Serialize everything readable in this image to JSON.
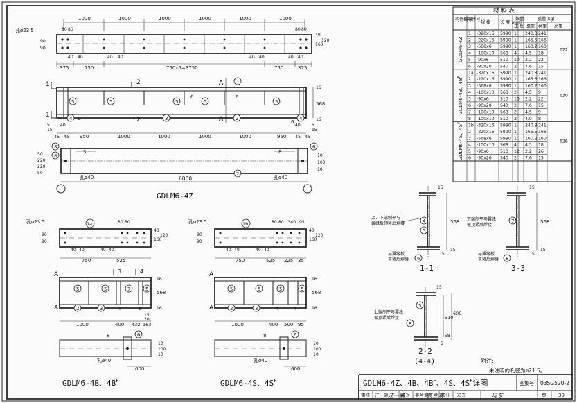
{
  "title_block": {
    "title": "GDLM6-4Z、4B、4B",
    "title_sup": "F",
    "title_mid": "、4S、4S",
    "title_sup2": "F",
    "title_end": "详图",
    "atlas_label": "图集号",
    "atlas_no": "03SG520-2",
    "row": [
      "审核",
      "汪一骏",
      "校对",
      "姜兰潮",
      "设计",
      "冯东",
      "页",
      "30"
    ],
    "signatures": [
      "汪一骏",
      "姜兰潮",
      "冯东"
    ]
  },
  "notes": {
    "label": "附注:",
    "text": "未注明的孔径为ø21.5。"
  },
  "main_plan": {
    "hole_label": "孔ø23.5",
    "top_dims": [
      "1000",
      "1000",
      "1000",
      "1000",
      "1000",
      "1000"
    ],
    "pitch": [
      "80",
      "80"
    ],
    "pitch_r": [
      "80",
      "80"
    ],
    "left_v": [
      "90",
      "90"
    ],
    "right_v": [
      "40",
      "160",
      "120"
    ],
    "small": [
      "40",
      "40",
      "40",
      "40",
      "40",
      "40",
      "40",
      "40"
    ],
    "bottom_dims": [
      "375",
      "750",
      "750x5=3750",
      "750",
      "375"
    ]
  },
  "main_elev": {
    "sec1": "1",
    "sec2": "2",
    "secA": "A",
    "marks": [
      "1",
      "5",
      "5",
      "5",
      "6",
      "3",
      "4",
      "6",
      "2",
      "6",
      "5",
      "4",
      "5",
      "6"
    ],
    "dims_bottom": [
      "45",
      "45",
      "950",
      "1000",
      "1000",
      "1000",
      "1000",
      "950",
      "45",
      "45"
    ],
    "dims_right": [
      "16",
      "568",
      "16"
    ],
    "left_v": [
      "5",
      "15"
    ],
    "right_v": [
      "5",
      "15"
    ],
    "small_l": [
      "40"
    ],
    "small_r": [
      "40"
    ]
  },
  "main_side": {
    "left_v": [
      "50",
      "220",
      "220",
      "50"
    ],
    "right_v": [
      "10",
      "100",
      "10"
    ],
    "hole_label": "孔ø40",
    "weld_l": "3",
    "weld_r": "8",
    "span": "6000",
    "marks": [
      "8",
      "6",
      "2",
      "8"
    ],
    "name": "GDLM6-4Z"
  },
  "left_part": {
    "hole_label": "孔ø23.5",
    "pitch": [
      "80",
      "80"
    ],
    "left_v": [
      "90",
      "90"
    ],
    "right_v": [
      "40",
      "160",
      "120"
    ],
    "small": [
      "40",
      "40",
      "40",
      "40"
    ],
    "bottom_dims": [
      "750",
      "525"
    ],
    "marks_plan": [
      "1a"
    ],
    "secA": "A",
    "sec3": "3",
    "sec4": "4",
    "marks_elev": [
      "5",
      "5",
      "7",
      "5",
      "2",
      "3",
      "4",
      "8"
    ],
    "dims_elev": [
      "1000",
      "400",
      "432",
      "163"
    ],
    "dims_right": [
      "16",
      "568",
      "16"
    ],
    "small_v": [
      "15",
      "20"
    ],
    "hole40": "孔ø40",
    "weld": "8",
    "span": "600",
    "right_v2": [
      "10",
      "100",
      "10"
    ],
    "mark6": "6",
    "name": "GDLM6-4B、4B",
    "name_sup": "F"
  },
  "mid_part": {
    "hole_label": "孔ø23.5",
    "pitch": [
      "80",
      "80",
      "500",
      "95"
    ],
    "left_v": [
      "90",
      "90"
    ],
    "right_v": [
      "40",
      "160",
      "120"
    ],
    "small": [
      "40",
      "40",
      "40",
      "40"
    ],
    "bottom_dims": [
      "750",
      "525",
      "225",
      "35"
    ],
    "marks_plan": [
      "1b"
    ],
    "secA": "A",
    "marks_elev": [
      "5",
      "5",
      "5",
      "5",
      "2",
      "3",
      "4",
      "4"
    ],
    "dims_elev": [
      "1000",
      "400",
      "500",
      "95"
    ],
    "dims_right": [
      "16",
      "568",
      "16"
    ],
    "hole40": "孔ø40",
    "weld": "8",
    "span": "600",
    "right_v2": [
      "10",
      "100",
      "10"
    ],
    "mark6": "6",
    "name": "GDLM6-4S、4S",
    "name_sup": "F"
  },
  "section_11": {
    "name": "1-1",
    "note1": "上、下端刨平与",
    "note2": "翼缘板顶紧后焊接",
    "note3": "与翼缘板",
    "note4": "夹紧后焊接",
    "dims": [
      "15",
      "568",
      "15",
      "5"
    ],
    "marks": [
      "4",
      "5",
      "6"
    ]
  },
  "section_33": {
    "name": "3-3",
    "note1": "下端刨平与翼缘",
    "note2": "板顶紧后焊接",
    "note3": "与翼缘板",
    "note4": "夹紧后焊接",
    "dims": [
      "15",
      "568",
      "15",
      "5"
    ],
    "marks": [
      "7",
      "8"
    ]
  },
  "section_22": {
    "name": "2-2",
    "sub": "(4-4)",
    "note1": "上端刨平与翼缘",
    "note2": "板顶紧后焊接",
    "dims": [
      "15",
      "510",
      "600",
      "58",
      "5"
    ],
    "marks": [
      "5",
      "8"
    ]
  },
  "materials": {
    "title": "材  料  表",
    "headers": {
      "member": "构件编号",
      "part": "零件号",
      "spec": "规  格",
      "length": "长 度(mm)",
      "qty": "数量",
      "qty_pos": "正",
      "qty_neg": "反",
      "weight": "重量(kg)",
      "w_unit": "单重",
      "w_total": "共重",
      "w_sum": "总重"
    },
    "groups": [
      {
        "member": "GDLM6-4Z",
        "total": "622",
        "rows": [
          [
            "1",
            "-320x16",
            "5990",
            "1",
            "",
            "240.8",
            "241"
          ],
          [
            "2",
            "-220x16",
            "5990",
            "1",
            "",
            "165.5",
            "166"
          ],
          [
            "3",
            "-568x6",
            "5990",
            "1",
            "",
            "160.2",
            "160"
          ],
          [
            "4",
            "-100x10",
            "568",
            "4",
            "",
            "4.5",
            "18"
          ],
          [
            "5",
            "-90x6",
            "510",
            "10",
            "",
            "2.2",
            "22"
          ],
          [
            "6",
            "-90x20",
            "540",
            "2",
            "",
            "7.6",
            "15"
          ]
        ]
      },
      {
        "member": "GDLM6-4B、4B",
        "member_sup": "F",
        "total": "630",
        "rows": [
          [
            "1a",
            "-320x16",
            "5990",
            "1",
            "",
            "240.8",
            "241"
          ],
          [
            "2",
            "-220x16",
            "5990",
            "1",
            "",
            "165.5",
            "166"
          ],
          [
            "3",
            "-568x6",
            "5990",
            "1",
            "",
            "160.2",
            "160"
          ],
          [
            "4",
            "-100x10",
            "568",
            "2",
            "",
            "4.5",
            "9"
          ],
          [
            "5",
            "-90x6",
            "510",
            "10",
            "",
            "2.2",
            "22"
          ],
          [
            "6",
            "-90x20",
            "540",
            "2",
            "",
            "7.6",
            "15"
          ],
          [
            "7",
            "-100x10",
            "568",
            "2",
            "",
            "4.5",
            "9"
          ],
          [
            "8",
            "-100x10",
            "510",
            "2",
            "",
            "4.0",
            "8"
          ]
        ]
      },
      {
        "member": "GDLM6-4S、4S",
        "member_sup": "F",
        "total": "626",
        "rows": [
          [
            "1b",
            "-320x16",
            "5990",
            "1",
            "",
            "240.8",
            "241"
          ],
          [
            "2",
            "-220x16",
            "5990",
            "1",
            "",
            "165.5",
            "166"
          ],
          [
            "3",
            "-568x6",
            "5990",
            "1",
            "",
            "160.2",
            "160"
          ],
          [
            "4",
            "-100x10",
            "568",
            "4",
            "",
            "4.5",
            "18"
          ],
          [
            "5",
            "-90x6",
            "510",
            "12",
            "",
            "2.2",
            "26"
          ],
          [
            "6",
            "-90x20",
            "540",
            "2",
            "",
            "7.6",
            "15"
          ]
        ]
      }
    ]
  }
}
